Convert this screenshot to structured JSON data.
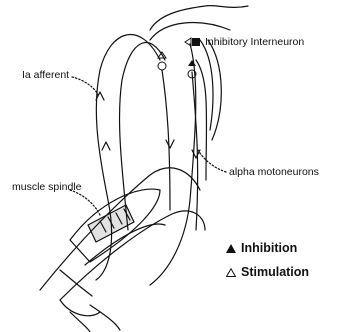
{
  "labels": {
    "inhibitory_interneuron": "Inhibitory Interneuron",
    "ia_afferent": "Ia afferent",
    "alpha_motoneurons": "alpha motoneurons",
    "muscle_spindle": "muscle spindle"
  },
  "legend": {
    "inhibition": {
      "label": "Inhibition",
      "icon": "filled-triangle-icon"
    },
    "stimulation": {
      "label": "Stimulation",
      "icon": "open-triangle-icon"
    }
  }
}
